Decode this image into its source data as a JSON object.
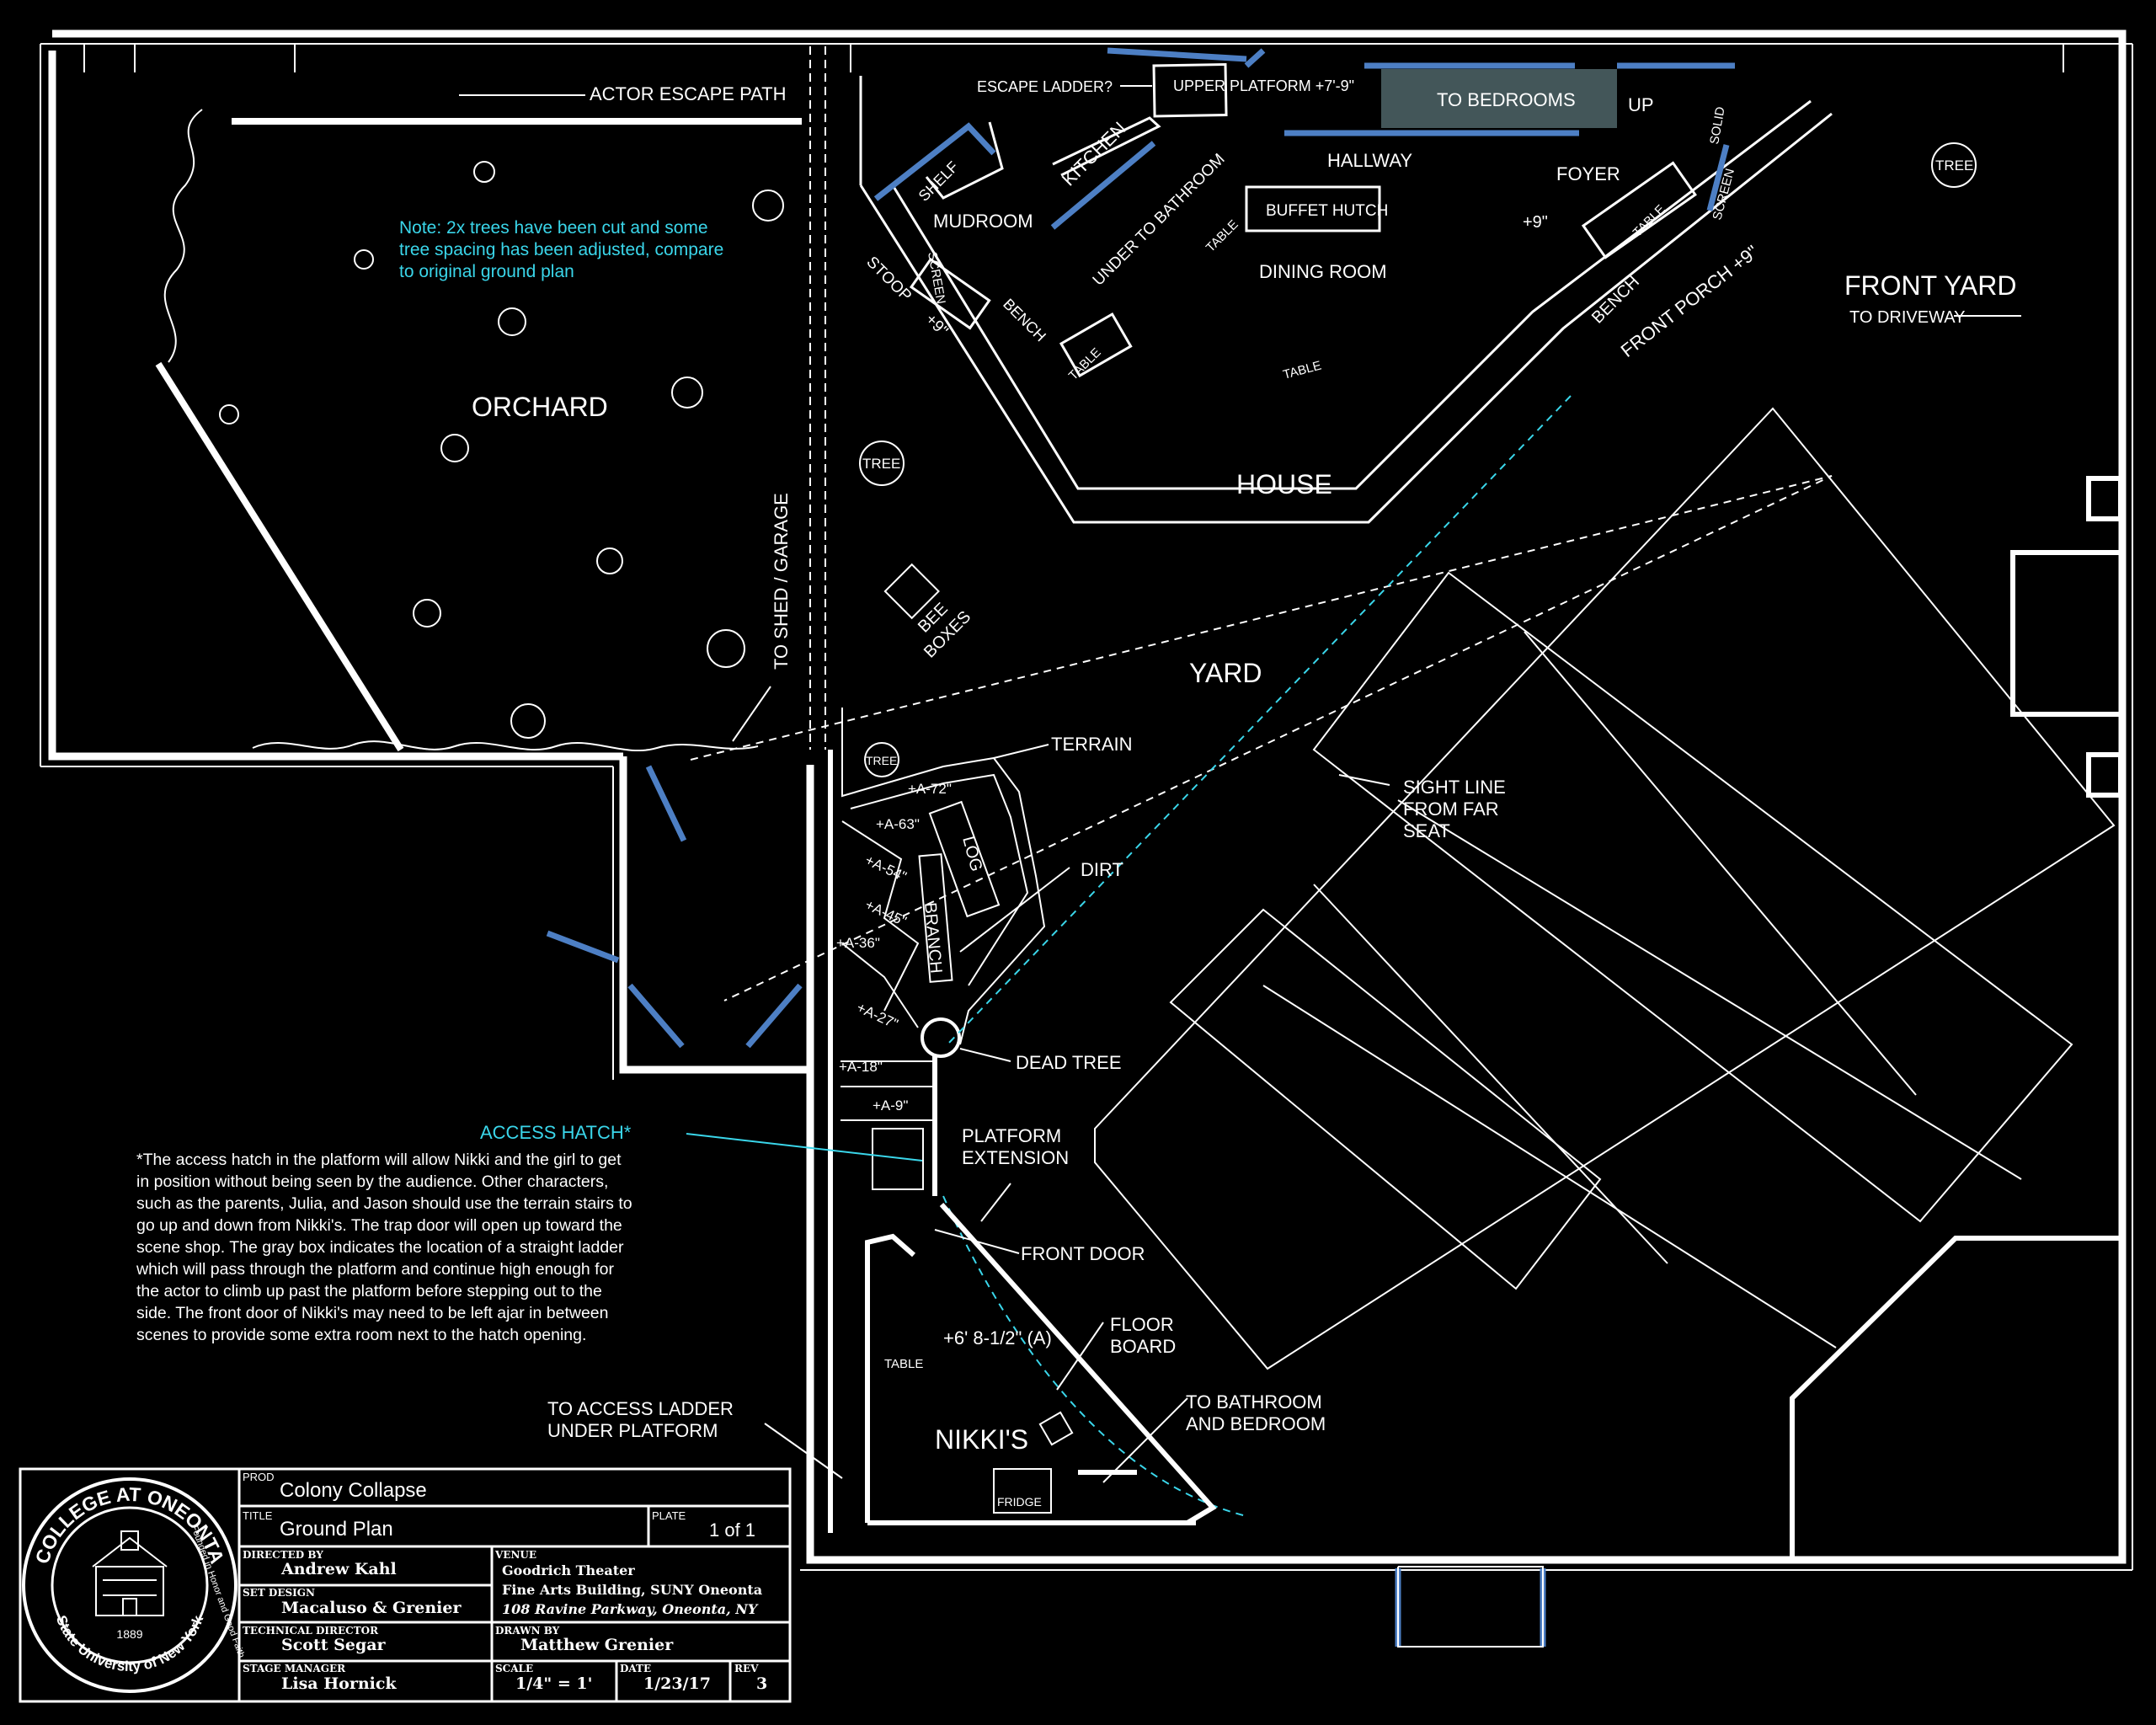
{
  "diagram": {
    "labels": {
      "actor_escape_path": "ACTOR ESCAPE PATH",
      "orchard": "ORCHARD",
      "to_shed": "TO SHED / GARAGE",
      "escape_ladder": "ESCAPE LADDER?",
      "upper_platform": "UPPER PLATFORM +7'-9\"",
      "to_bedrooms": "TO BEDROOMS",
      "up": "UP",
      "kitchen": "KITCHEN",
      "shelf": "SHELF",
      "mudroom": "MUDROOM",
      "under_to_bathroom": "UNDER TO BATHROOM",
      "hallway": "HALLWAY",
      "buffet_hutch": "BUFFET HUTCH",
      "foyer": "FOYER",
      "solid": "SOLID",
      "screen": "SCREEN",
      "stoop": "STOOP",
      "plus9": "+9\"",
      "bench": "BENCH",
      "table": "TABLE",
      "dining_room": "DINING ROOM",
      "front_porch": "FRONT PORCH +9\"",
      "front_yard": "FRONT YARD",
      "to_driveway": "TO DRIVEWAY",
      "tree": "TREE",
      "house": "HOUSE",
      "bee_boxes_1": "BEE",
      "bee_boxes_2": "BOXES",
      "yard": "YARD",
      "terrain": "TERRAIN",
      "sight_line_1": "SIGHT LINE",
      "sight_line_2": "FROM FAR",
      "sight_line_3": "SEAT",
      "dirt": "DIRT",
      "log": "LOG",
      "branch": "BRANCH",
      "dead_tree": "DEAD TREE",
      "a72": "+A-72\"",
      "a63": "+A-63\"",
      "a54": "+A-54\"",
      "a45": "+A-45\"",
      "a36": "+A-36\"",
      "a27": "+A-27\"",
      "a18": "+A-18\"",
      "a9": "+A-9\"",
      "access_hatch": "ACCESS HATCH*",
      "platform_ext_1": "PLATFORM",
      "platform_ext_2": "EXTENSION",
      "front_door": "FRONT DOOR",
      "floor_board_1": "FLOOR",
      "floor_board_2": "BOARD",
      "platform_height": "+6' 8-1/2\" (A)",
      "nikkis": "NIKKI'S",
      "fridge": "FRIDGE",
      "to_bath_bed_1": "TO BATHROOM",
      "to_bath_bed_2": "AND BEDROOM",
      "to_access_1": "TO ACCESS LADDER",
      "to_access_2": "UNDER PLATFORM"
    },
    "tree_note": [
      "Note: 2x trees have been cut and some",
      "tree spacing has been adjusted, compare",
      "to original ground plan"
    ],
    "hatch_note": [
      "*The access hatch in the platform will allow Nikki and the girl to get",
      "in position without being seen by the audience. Other characters,",
      "such as the parents, Julia, and Jason should use the terrain stairs to",
      "go up and down from Nikki's. The trap door will open up toward the",
      "scene shop. The gray box indicates the location of a straight ladder",
      "which will pass through the platform and continue high enough for",
      "the actor to climb up past the platform before stepping out to the",
      "side. The front door of Nikki's may need to be left ajar in between",
      "scenes to provide some extra room next to the hatch opening."
    ],
    "colors": {
      "accent_cyan": "#3ad6ea",
      "accent_blue": "#4d7fc4",
      "line": "#ffffff",
      "background": "#000000"
    }
  },
  "title_block": {
    "seal": {
      "name": "COLLEGE AT ONEONTA",
      "motto": "Founded in Honor and Good Faith",
      "bottom": "State University of New York",
      "year": "1889"
    },
    "prod_label": "PROD",
    "prod": "Colony Collapse",
    "title_label": "TITLE",
    "title": "Ground Plan",
    "plate_label": "PLATE",
    "plate": "1 of 1",
    "directed_by_label": "DIRECTED BY",
    "directed_by": "Andrew Kahl",
    "set_design_label": "SET DESIGN",
    "set_design": "Macaluso & Grenier",
    "technical_director_label": "TECHNICAL DIRECTOR",
    "technical_director": "Scott Segar",
    "stage_manager_label": "STAGE MANAGER",
    "stage_manager": "Lisa Hornick",
    "venue_label": "VENUE",
    "venue_lines": [
      "Goodrich Theater",
      "Fine Arts Building, SUNY Oneonta",
      "108 Ravine Parkway, Oneonta, NY"
    ],
    "drawn_by_label": "DRAWN BY",
    "drawn_by": "Matthew Grenier",
    "scale_label": "SCALE",
    "scale": "1/4\" = 1'",
    "date_label": "DATE",
    "date": "1/23/17",
    "rev_label": "REV",
    "rev": "3"
  }
}
